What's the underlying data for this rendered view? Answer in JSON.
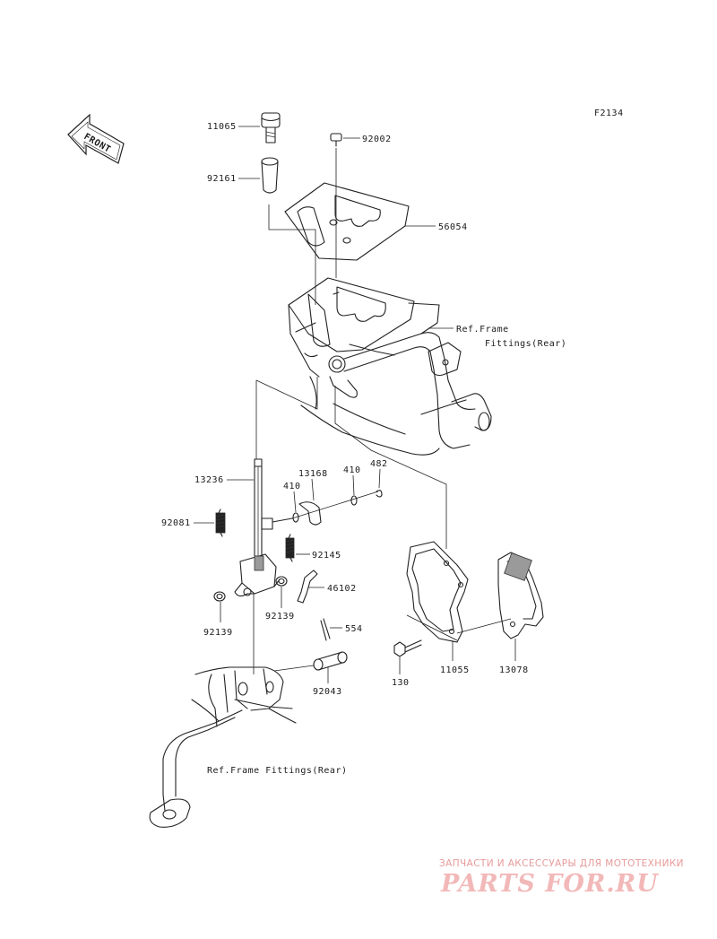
{
  "figure_code": "F2134",
  "direction_label": "FRONT",
  "parts": [
    {
      "number": "11065",
      "description": ""
    },
    {
      "number": "92002",
      "description": ""
    },
    {
      "number": "92161",
      "description": ""
    },
    {
      "number": "56054",
      "description": ""
    },
    {
      "number": "13236",
      "description": ""
    },
    {
      "number": "13168",
      "description": ""
    },
    {
      "number": "410",
      "description": ""
    },
    {
      "number": "482",
      "description": ""
    },
    {
      "number": "92081",
      "description": ""
    },
    {
      "number": "92145",
      "description": ""
    },
    {
      "number": "46102",
      "description": ""
    },
    {
      "number": "92139",
      "description": ""
    },
    {
      "number": "554",
      "description": ""
    },
    {
      "number": "92043",
      "description": ""
    },
    {
      "number": "130",
      "description": ""
    },
    {
      "number": "11055",
      "description": ""
    },
    {
      "number": "13078",
      "description": ""
    }
  ],
  "references": {
    "upper_line1": "Ref.Frame",
    "upper_line2": "Fittings(Rear)",
    "lower": "Ref.Frame Fittings(Rear)"
  },
  "watermark": {
    "tagline": "ЗАПЧАСТИ И АКСЕССУАРЫ ДЛЯ МОТОТЕХНИКИ",
    "brand": "PARTS FOR.RU",
    "brand_color": "#f2b8b8"
  }
}
